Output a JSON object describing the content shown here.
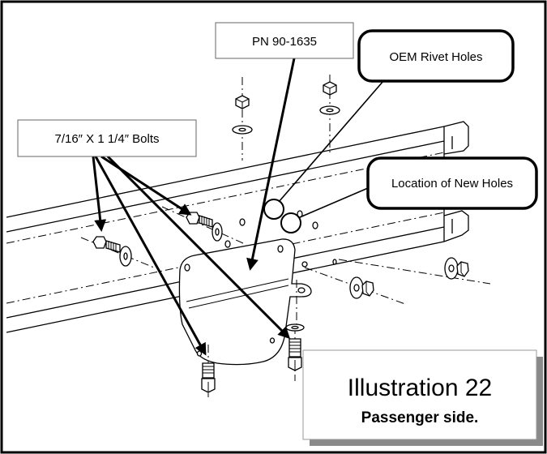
{
  "labels": {
    "part_number": "PN 90-1635",
    "oem_rivet_holes": "OEM Rivet Holes",
    "bolts": "7/16″ X 1 1/4″ Bolts",
    "new_holes": "Location of New Holes"
  },
  "caption": {
    "title": "Illustration 22",
    "subtitle": "Passenger side."
  }
}
